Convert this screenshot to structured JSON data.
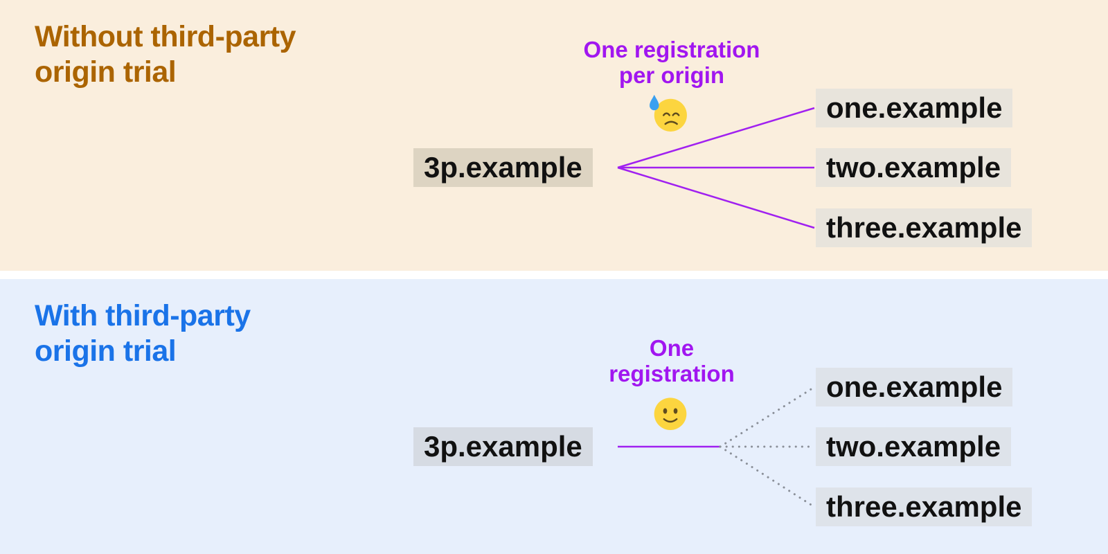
{
  "colors": {
    "top_panel_bg": "#faeedd",
    "bottom_panel_bg": "#e7effc",
    "top_title_color": "#ab6400",
    "bottom_title_color": "#1a73e8",
    "annotation_color": "#a116f0",
    "connector_solid_color": "#a020f0",
    "connector_dotted_color": "#8a8f98",
    "source_box_bg_top": "#ddd4c2",
    "target_box_bg_top": "#e8e4dc",
    "source_box_bg_bottom": "#d6dbe3",
    "target_box_bg_bottom": "#dee3ea"
  },
  "panels": {
    "without": {
      "title": "Without third-party\norigin trial",
      "annotation": "One registration\nper origin",
      "emoji_icon": "downcast-face-with-sweat",
      "source": "3p.example",
      "targets": [
        "one.example",
        "two.example",
        "three.example"
      ],
      "connector_style": "solid purple fan, one line per origin"
    },
    "with": {
      "title": "With third-party\norigin trial",
      "annotation": "One\nregistration",
      "emoji_icon": "slightly-smiling-face",
      "source": "3p.example",
      "targets": [
        "one.example",
        "two.example",
        "three.example"
      ],
      "connector_style": "single solid purple line, then dotted gray fan"
    }
  }
}
